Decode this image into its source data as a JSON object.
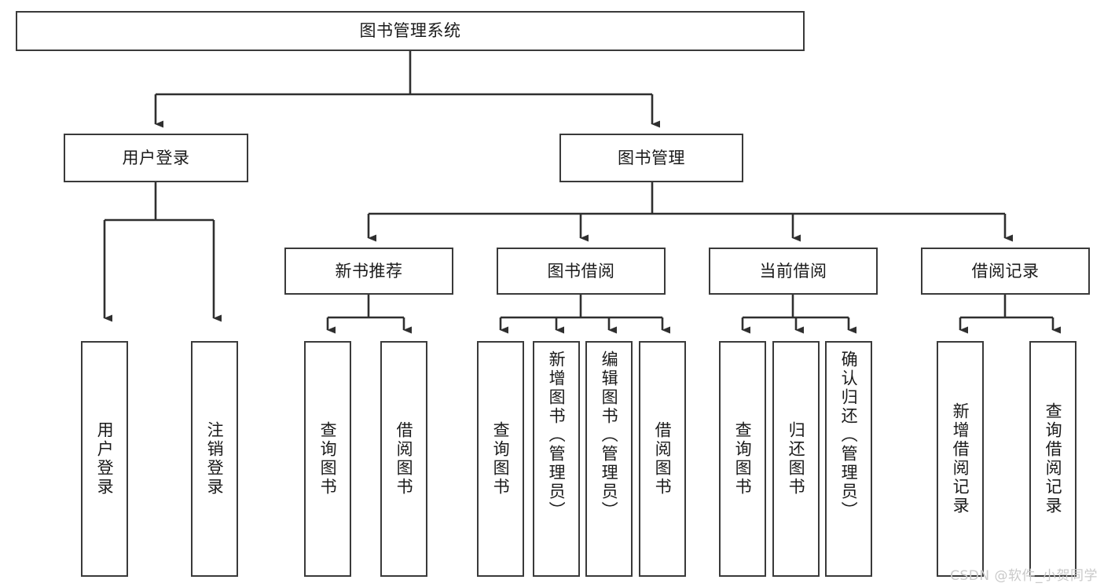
{
  "diagram": {
    "title": "图书管理系统",
    "type": "tree-hierarchy-chart",
    "root": {
      "label": "图书管理系统"
    },
    "level2": [
      {
        "label": "用户登录"
      },
      {
        "label": "图书管理"
      }
    ],
    "level3": [
      {
        "label": "新书推荐"
      },
      {
        "label": "图书借阅"
      },
      {
        "label": "当前借阅"
      },
      {
        "label": "借阅记录"
      }
    ],
    "leaves": {
      "user_login": [
        {
          "label": "用户登录"
        },
        {
          "label": "注销登录"
        }
      ],
      "new_book_recommend": [
        {
          "label": "查询图书"
        },
        {
          "label": "借阅图书"
        }
      ],
      "book_borrow": [
        {
          "label": "查询图书"
        },
        {
          "label": "新增图书（管理员）"
        },
        {
          "label": "编辑图书（管理员）"
        },
        {
          "label": "借阅图书"
        }
      ],
      "current_borrow": [
        {
          "label": "查询图书"
        },
        {
          "label": "归还图书"
        },
        {
          "label": "确认归还（管理员）"
        }
      ],
      "borrow_record": [
        {
          "label": "新增借阅记录"
        },
        {
          "label": "查询借阅记录"
        }
      ]
    }
  },
  "watermark": {
    "text": "CSDN @软件_小贺同学"
  },
  "colors": {
    "stroke": "#3a3a3a",
    "background": "#ffffff",
    "text": "#1a1a1a",
    "watermark": "#c9c9c9"
  }
}
